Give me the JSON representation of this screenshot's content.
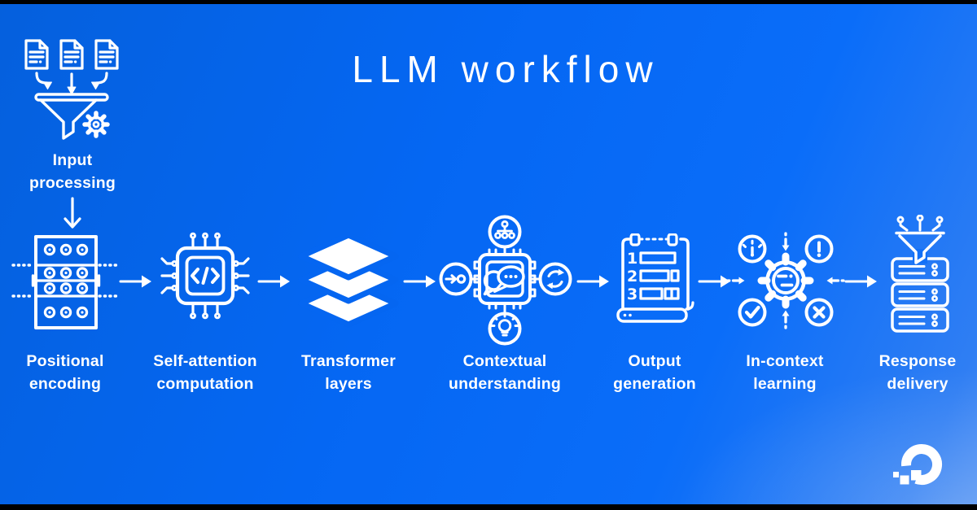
{
  "title": "LLM workflow",
  "colors": {
    "background_top_left": "#0560dd",
    "background_main": "#0567f3",
    "background_bottom_right": "#4a8df2",
    "letterbox_bar": "#000000",
    "foreground": "#ffffff"
  },
  "input_stage": {
    "line1": "Input",
    "line2": "processing",
    "icon": "documents-to-funnel-icon"
  },
  "steps": [
    {
      "line1": "Positional",
      "line2": "encoding",
      "icon": "positional-encoding-matrix-icon"
    },
    {
      "line1": "Self-attention",
      "line2": "computation",
      "icon": "cpu-chip-code-icon"
    },
    {
      "line1": "Transformer",
      "line2": "layers",
      "icon": "stacked-layers-icon"
    },
    {
      "line1": "Contextual",
      "line2": "understanding",
      "icon": "chip-chat-network-icon"
    },
    {
      "line1": "Output",
      "line2": "generation",
      "icon": "numbered-list-scroll-icon",
      "digits": [
        "1",
        "2",
        "3"
      ]
    },
    {
      "line1": "In-context",
      "line2": "learning",
      "icon": "feedback-gear-icon"
    },
    {
      "line1": "Response",
      "line2": "delivery",
      "icon": "funnel-server-stack-icon"
    }
  ],
  "brand": {
    "logo": "digitalocean-logo"
  }
}
